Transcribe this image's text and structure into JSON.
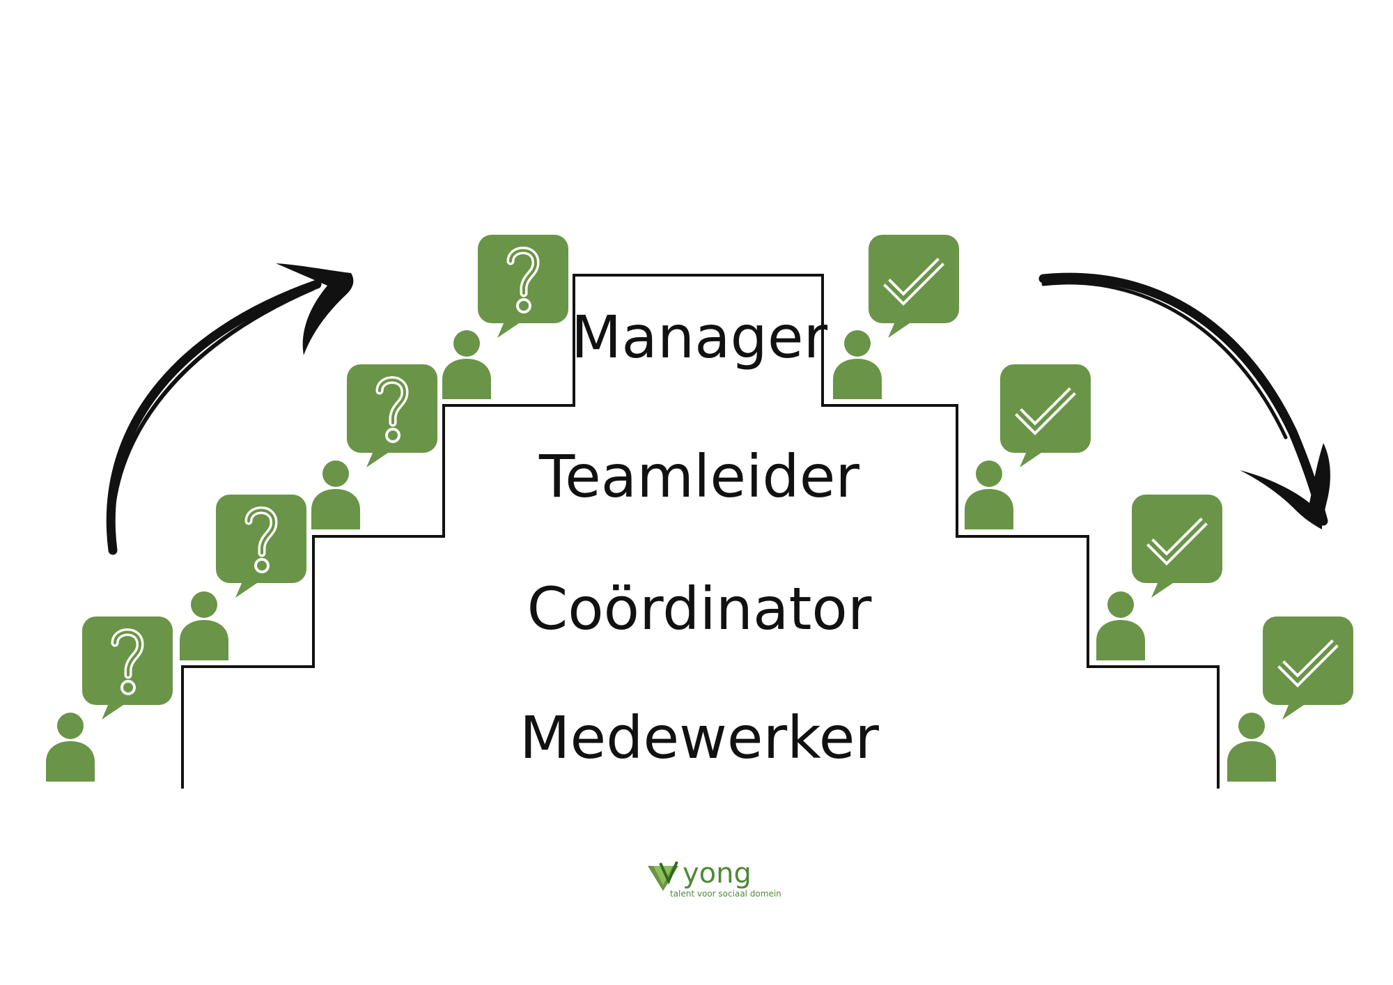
{
  "levels": [
    {
      "label": "Manager"
    },
    {
      "label": "Teamleider"
    },
    {
      "label": "Coördinator"
    },
    {
      "label": "Medewerker"
    }
  ],
  "left_side": {
    "bubble_icon": "question-mark-icon",
    "person_icon": "person-icon",
    "arrow": "curved-arrow-up-right"
  },
  "right_side": {
    "bubble_icon": "checkmark-icon",
    "person_icon": "person-icon",
    "arrow": "curved-arrow-down-right"
  },
  "logo": {
    "word": "yong",
    "tagline": "talent voor sociaal domein"
  },
  "colors": {
    "accent": "#6a9447",
    "ink": "#111111",
    "background": "#ffffff",
    "logo_text": "#4d8a35"
  }
}
